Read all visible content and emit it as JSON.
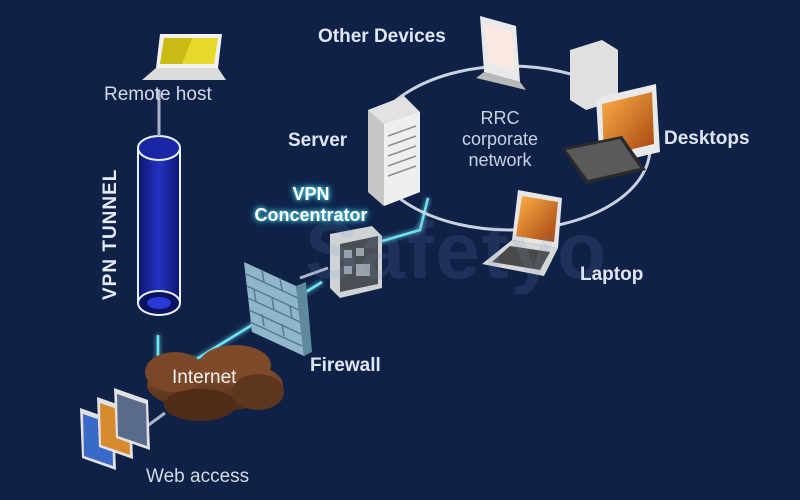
{
  "labels": {
    "remote_host": "Remote host",
    "other_devices": "Other Devices",
    "server": "Server",
    "network_line1": "RRC",
    "network_line2": "corporate",
    "network_line3": "network",
    "desktops": "Desktops",
    "vpn_concentrator_line1": "VPN",
    "vpn_concentrator_line2": "Concentrator",
    "vpn_tunnel": "VPN TUNNEL",
    "laptop": "Laptop",
    "firewall": "Firewall",
    "internet": "Internet",
    "web_access": "Web access"
  },
  "watermark": "Safetyo",
  "colors": {
    "background": "#0f2147",
    "tunnel": "#1c2ab8",
    "glow": "#5fe3f0",
    "cloud": "#6b3e22",
    "firewall": "#8fb7c9",
    "network_ring": "#c9d2e1"
  },
  "icons": [
    "laptop-icon",
    "tablet-icon",
    "server-icon",
    "desktop-icon",
    "laptop-icon",
    "concentrator-icon",
    "firewall-icon",
    "cloud-icon",
    "browser-windows-icon",
    "tunnel-icon"
  ]
}
